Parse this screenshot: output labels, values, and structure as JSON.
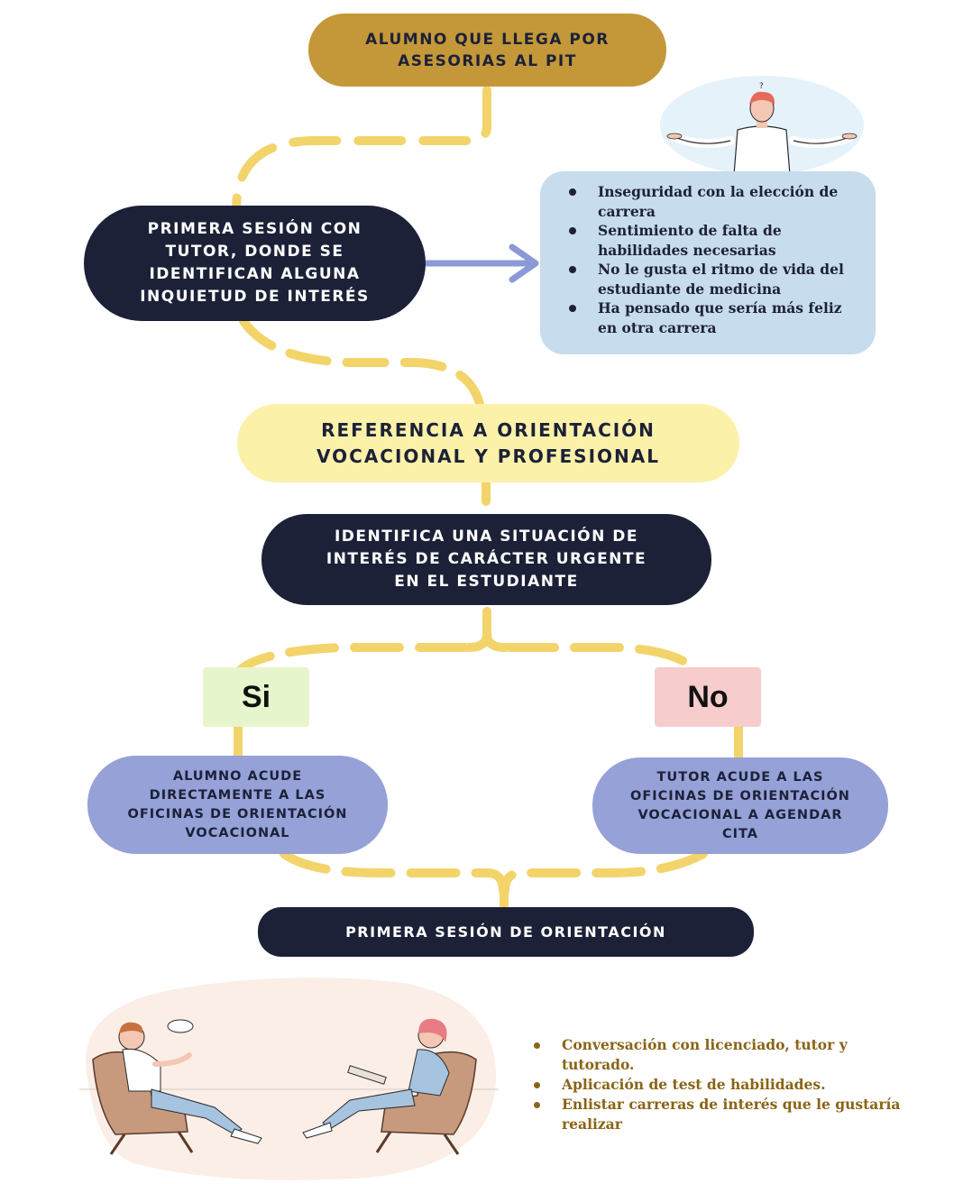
{
  "nodes": {
    "start": "ALUMNO QUE LLEGA POR\nASESORIAS AL PIT",
    "first_session": "PRIMERA SESIÓN CON\nTUTOR, DONDE SE\nIDENTIFICAN ALGUNA\nINQUIETUD DE INTERÉS",
    "referral": "REFERENCIA A ORIENTACIÓN\nVOCACIONAL Y PROFESIONAL",
    "urgent": "IDENTIFICA UNA SITUACIÓN DE\nINTERÉS DE CARÁCTER URGENTE\nEN EL ESTUDIANTE",
    "yes_branch": "ALUMNO ACUDE\nDIRECTAMENTE A LAS\nOFICINAS DE ORIENTACIÓN\nVOCACIONAL",
    "no_branch": "TUTOR ACUDE A LAS\nOFICINAS DE ORIENTACIÓN\nVOCACIONAL A AGENDAR\nCITA",
    "final": "PRIMERA SESIÓN DE ORIENTACIÓN"
  },
  "decision": {
    "yes_label": "Si",
    "no_label": "No"
  },
  "concerns": [
    "Inseguridad con la elección de carrera",
    "Sentimiento de falta de habilidades necesarias",
    "No le gusta el ritmo de vida del estudiante de medicina",
    "Ha pensado que sería más feliz en otra carrera"
  ],
  "session_activities": [
    "Conversación con licenciado, tutor y tutorado.",
    "Aplicación de test de habilidades.",
    "Enlistar carreras de interés que le gustaría realizar"
  ],
  "illustrations": {
    "confused_icon": "confused-person-shrug-icon",
    "therapy_icon": "counseling-session-icon",
    "question_mark": "?"
  },
  "colors": {
    "dark_navy": "#1c2138",
    "gold": "#c49838",
    "pale_yellow": "#fbf1a8",
    "light_blue": "#c7dcec",
    "periwinkle": "#95a1d7",
    "connector_yellow": "#f2d46a",
    "arrow_blue": "#8b9ad6",
    "yes_green": "#e7f5cc",
    "no_pink": "#f6cccd",
    "brown_text": "#8a6416"
  }
}
